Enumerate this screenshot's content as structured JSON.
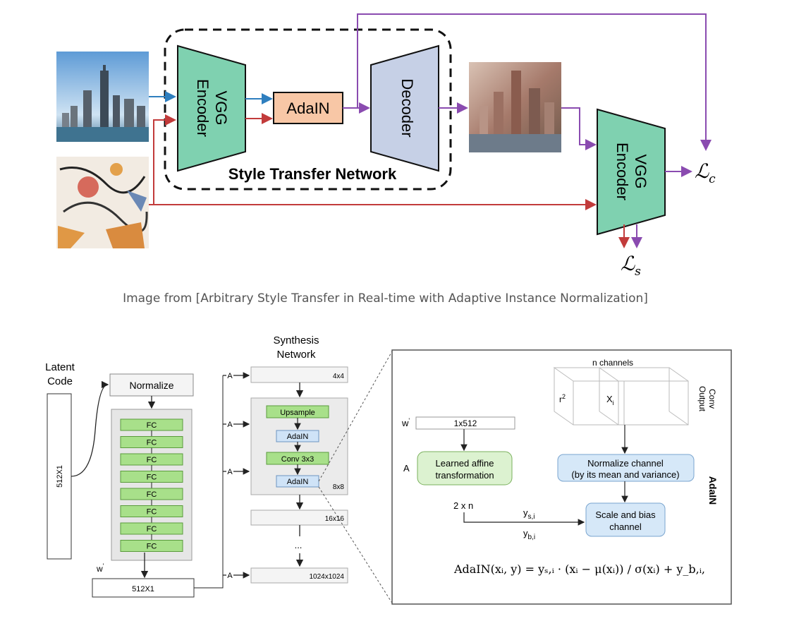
{
  "top_figure": {
    "encoder_label": [
      "VGG",
      "Encoder"
    ],
    "adain_label": "AdaIN",
    "decoder_label": "Decoder",
    "network_label": "Style Transfer Network",
    "loss_content": "ℒ",
    "loss_content_sub": "c",
    "loss_style": "ℒ",
    "loss_style_sub": "s",
    "colors": {
      "encoder_fill": "#7fd1b0",
      "adain_fill": "#f8c7a6",
      "decoder_fill": "#c6d0e6",
      "content_arrow": "#2f7fbf",
      "style_arrow": "#c23b3b",
      "output_arrow": "#8a4bb0"
    },
    "images": [
      "city-skyline-photo",
      "abstract-style-painting",
      "stylized-city-output"
    ]
  },
  "caption": "Image from [Arbitrary Style Transfer in Real-time with Adaptive Instance Normalization]",
  "bottom_figure": {
    "latent_code_label": [
      "Latent",
      "Code"
    ],
    "latent_vector": "512X1",
    "normalize_label": "Normalize",
    "fc_label": "FC",
    "fc_count": 8,
    "w_label": "w",
    "w_vector": "512X1",
    "a_label": "A",
    "synthesis_label": [
      "Synthesis",
      "Network"
    ],
    "res_4": "4x4",
    "upsample_label": "Upsample",
    "adain_label": "AdaIN",
    "conv_label": "Conv 3x3",
    "res_8": "8x8",
    "res_16": "16x16",
    "dots": "...",
    "res_1024": "1024x1024",
    "detail": {
      "w_label": "w",
      "w_size": "1x512",
      "a_label": "A",
      "affine_label": [
        "Learned affine",
        "transformation"
      ],
      "two_n": "2 x n",
      "y_s": "y",
      "y_s_sub": "s,i",
      "y_b": "y",
      "y_b_sub": "b,i",
      "n_channels": "n channels",
      "r2": "r",
      "r2_sup": "2",
      "x_i": "X",
      "x_i_sub": "i",
      "conv_output": [
        "Conv",
        "Output"
      ],
      "normalize_channel": [
        "Normalize channel",
        "(by its mean and variance)"
      ],
      "scale_bias": [
        "Scale and bias",
        "channel"
      ],
      "adain_side": "AdaIN",
      "formula": "AdaIN(xᵢ, y) = yₛ,ᵢ · (xᵢ − μ(xᵢ)) / σ(xᵢ) + y_b,ᵢ,"
    },
    "colors": {
      "fc_fill": "#a8e08a",
      "adain_fill": "#cfe3f7",
      "affine_fill": "#dcf2d0",
      "normalize_fill": "#d6e8f8"
    }
  }
}
